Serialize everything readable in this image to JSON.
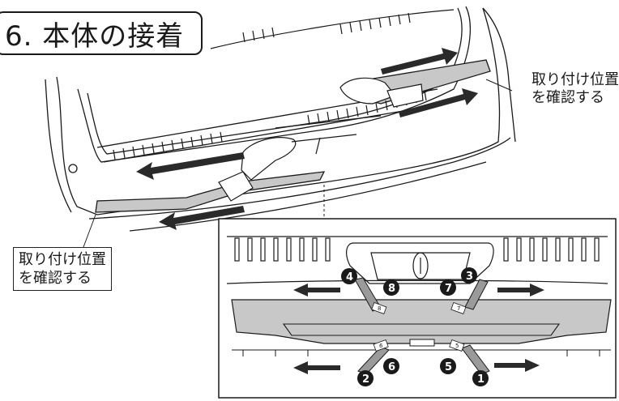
{
  "title": "6. 本体の接着",
  "labels": {
    "right_callout": [
      "取り付け位置",
      "を確認する"
    ],
    "left_callout": [
      "取り付け位置",
      "を確認する"
    ]
  },
  "detail_numbers": [
    "1",
    "2",
    "3",
    "4",
    "5",
    "6",
    "7",
    "8"
  ],
  "tape_tag_numbers": [
    "8",
    "7",
    "6",
    "5"
  ],
  "colors": {
    "line": "#1a1a1a",
    "panel": "#c8c8c8",
    "arrow": "#2a2a2a"
  }
}
